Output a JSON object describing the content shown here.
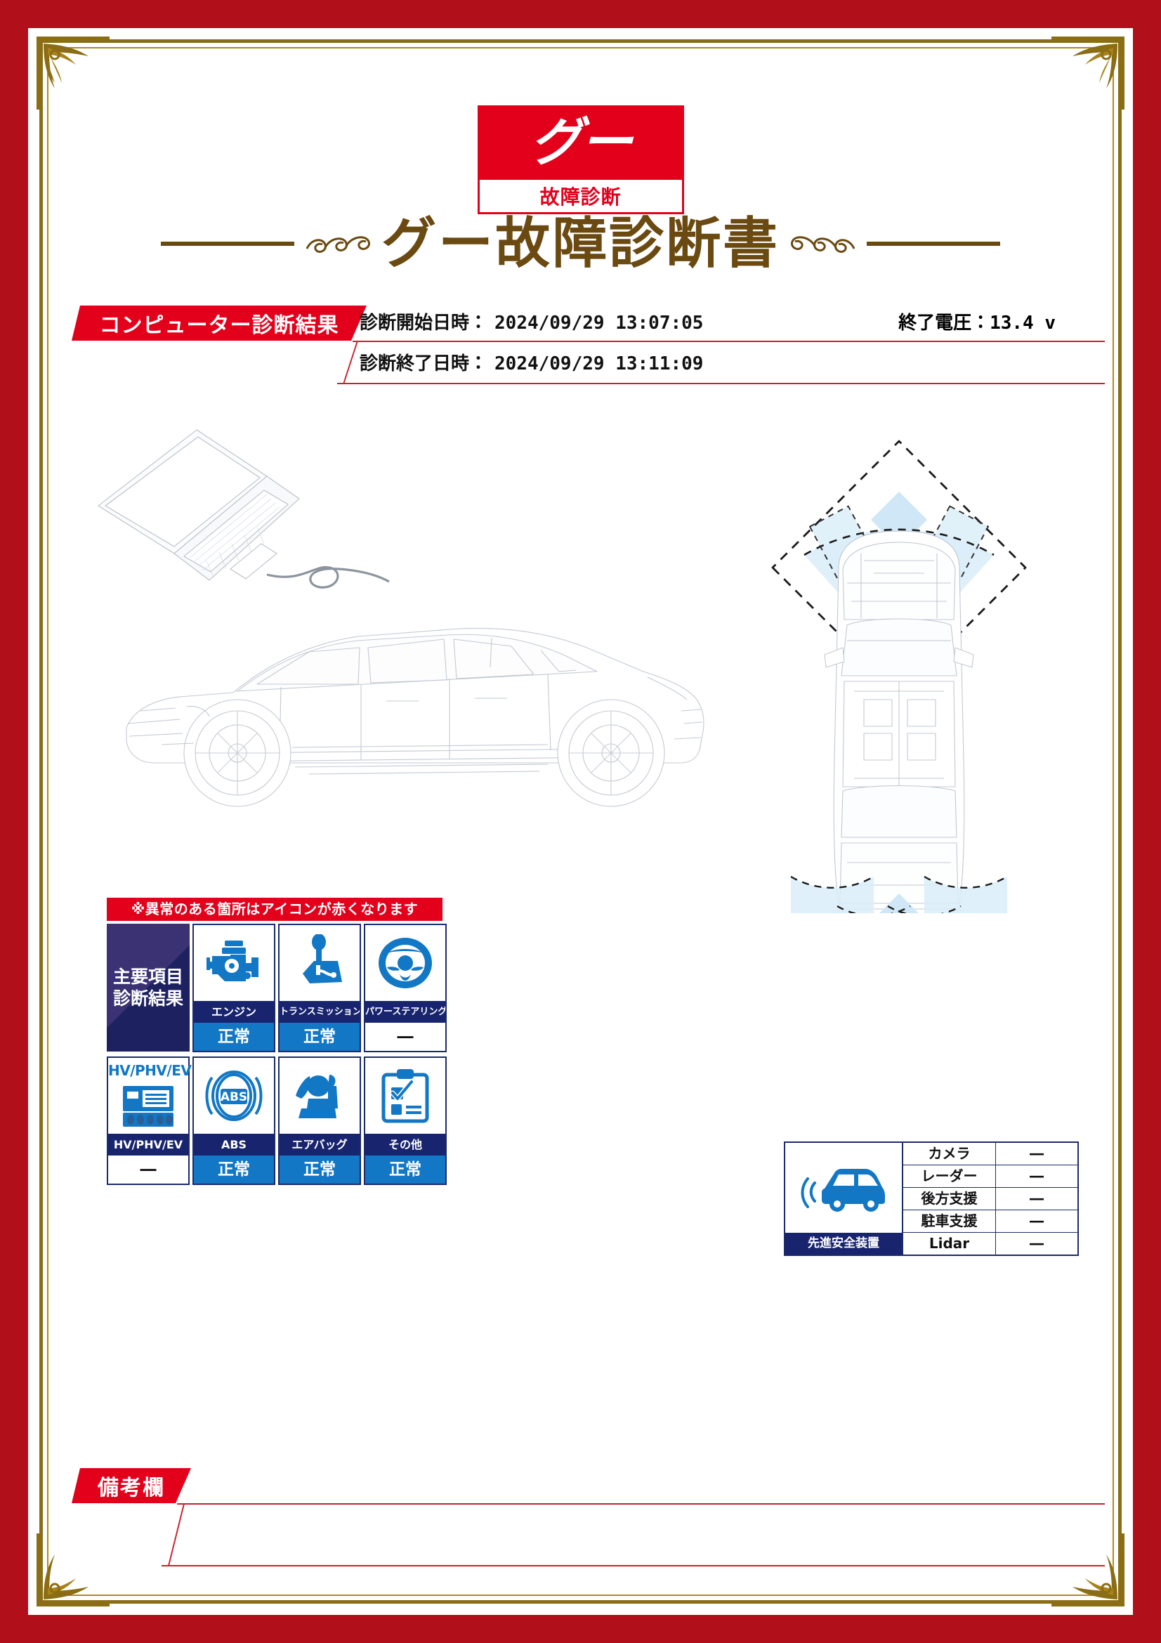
{
  "document": {
    "title": "グー故障診断書",
    "logo": {
      "brand": "グー",
      "sub": "故障診断"
    }
  },
  "header": {
    "section_label": "コンピューター診断結果",
    "start_label": "診断開始日時：",
    "start_value": "2024/09/29 13:07:05",
    "end_label": "診断終了日時：",
    "end_value": "2024/09/29 13:11:09",
    "voltage_label": "終了電圧：",
    "voltage_value": "13.4 v"
  },
  "main_items": {
    "note": "※異常のある箇所はアイコンが赤くなります",
    "panel_title_line1": "主要項目",
    "panel_title_line2": "診断結果",
    "hv_badge": "HV/PHV/EV",
    "items": [
      {
        "name": "エンジン",
        "status": "正常",
        "state": "ok",
        "icon": "engine-icon"
      },
      {
        "name": "トランスミッション",
        "status": "正常",
        "state": "ok",
        "icon": "transmission-icon"
      },
      {
        "name": "パワーステアリング",
        "status": "―",
        "state": "na",
        "icon": "steering-icon"
      },
      {
        "name": "HV/PHV/EV",
        "status": "―",
        "state": "na",
        "icon": "battery-icon"
      },
      {
        "name": "ABS",
        "status": "正常",
        "state": "ok",
        "icon": "abs-icon"
      },
      {
        "name": "エアバッグ",
        "status": "正常",
        "state": "ok",
        "icon": "airbag-icon"
      },
      {
        "name": "その他",
        "status": "正常",
        "state": "ok",
        "icon": "clipboard-icon"
      }
    ]
  },
  "advanced_safety": {
    "label": "先進安全装置",
    "rows": [
      {
        "name": "カメラ",
        "value": "―"
      },
      {
        "name": "レーダー",
        "value": "―"
      },
      {
        "name": "後方支援",
        "value": "―"
      },
      {
        "name": "駐車支援",
        "value": "―"
      },
      {
        "name": "Lidar",
        "value": "―"
      }
    ]
  },
  "remarks": {
    "label": "備考欄",
    "text": ""
  },
  "colors": {
    "border_red": "#b1101a",
    "accent_red": "#e3001b",
    "gold": "#8a6d14",
    "title_brown": "#6b4a12",
    "navy": "#18256e",
    "panel_navy": "#3a3273",
    "blue": "#1277c4",
    "sensor_blue": "#d6ecf8"
  }
}
